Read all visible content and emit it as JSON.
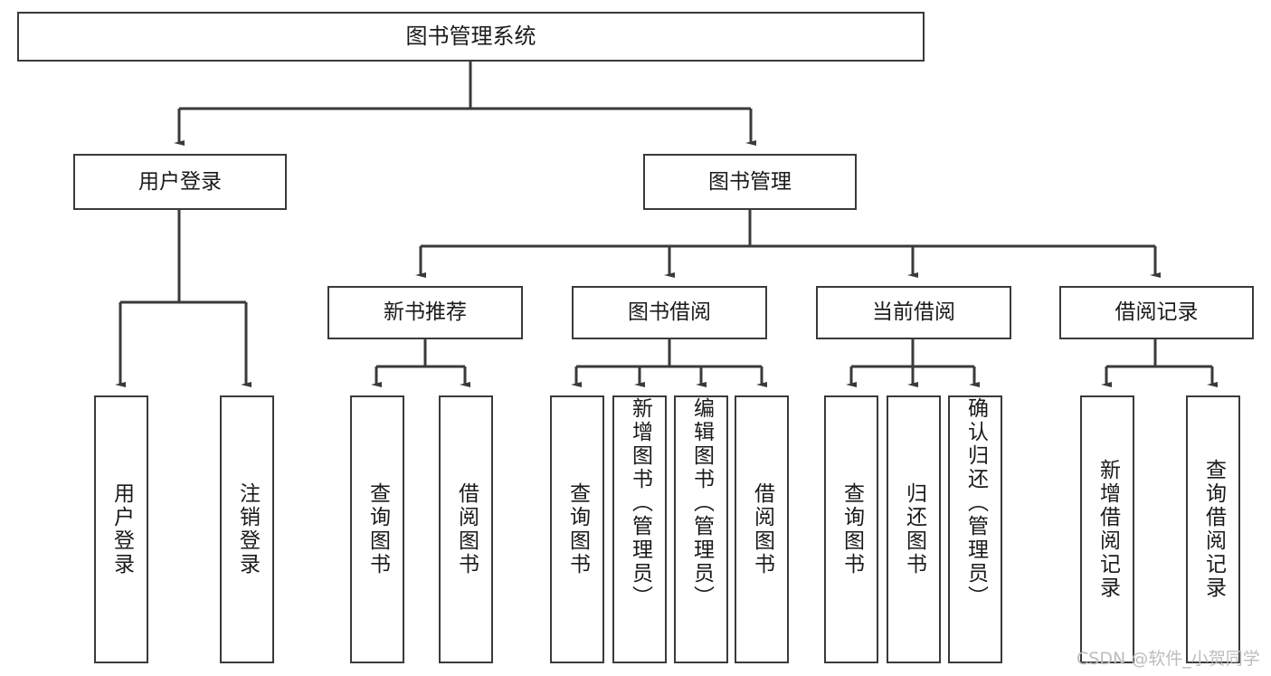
{
  "diagram": {
    "type": "tree",
    "title": "图书管理系统",
    "root": {
      "label": "图书管理系统"
    },
    "level1": [
      {
        "label": "用户登录"
      },
      {
        "label": "图书管理"
      }
    ],
    "level2": [
      {
        "label": "新书推荐"
      },
      {
        "label": "图书借阅"
      },
      {
        "label": "当前借阅"
      },
      {
        "label": "借阅记录"
      }
    ],
    "leaves": {
      "user_login": [
        {
          "label": "用户登录"
        },
        {
          "label": "注销登录"
        }
      ],
      "new_book": [
        {
          "label": "查询图书"
        },
        {
          "label": "借阅图书"
        }
      ],
      "book_borrow": [
        {
          "label": "查询图书"
        },
        {
          "label": "新增图书（管理员）"
        },
        {
          "label": "编辑图书（管理员）"
        },
        {
          "label": "借阅图书"
        }
      ],
      "current_borrow": [
        {
          "label": "查询图书"
        },
        {
          "label": "归还图书"
        },
        {
          "label": "确认归还（管理员）"
        }
      ],
      "borrow_record": [
        {
          "label": "新增借阅记录"
        },
        {
          "label": "查询借阅记录"
        }
      ]
    }
  },
  "watermark": {
    "text": "CSDN @软件_小贺同学"
  },
  "colors": {
    "border": "#3a3a3a",
    "text": "#1a1a1a",
    "background": "#ffffff",
    "watermark": "#bdbdbd"
  }
}
